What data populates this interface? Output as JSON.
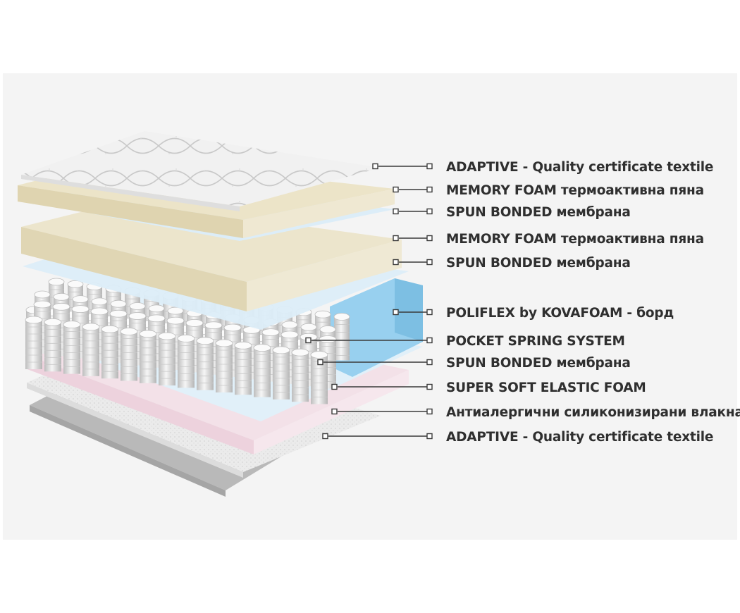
{
  "diagram": {
    "colors": {
      "background": "#f4f4f4",
      "textile": "#eeeeee",
      "memory_foam": "#e9e1c6",
      "membrane": "#dcedf8",
      "poliflex": "#8fcbec",
      "springs": "#d9d9d9",
      "elastic_foam": "#f2dde6",
      "fibers": "#e9e9e9",
      "bottom_textile": "#b9b9b9",
      "label_text": "#2f2f2f"
    },
    "labels": [
      {
        "text": "ADAPTIVE - Quality certificate textile",
        "icon": "textile-layer"
      },
      {
        "text": "MEMORY FOAM термоактивна пяна",
        "icon": "memory-foam-layer"
      },
      {
        "text": "SPUN BONDED мембрана",
        "icon": "membrane-layer"
      },
      {
        "text": "MEMORY FOAM термоактивна пяна",
        "icon": "memory-foam-layer"
      },
      {
        "text": "SPUN BONDED мембрана",
        "icon": "membrane-layer"
      },
      {
        "text": "POLIFLEX by KOVAFOAM - борд",
        "icon": "foam-border"
      },
      {
        "text": "POCKET SPRING SYSTEM",
        "icon": "spring-icon"
      },
      {
        "text": "SPUN BONDED мембрана",
        "icon": "membrane-layer"
      },
      {
        "text": "SUPER SOFT ELASTIC FOAM",
        "icon": "elastic-foam-layer"
      },
      {
        "text": "Антиалергични силиконизирани влакна",
        "icon": "fiber-layer"
      },
      {
        "text": "ADAPTIVE - Quality certificate textile",
        "icon": "textile-layer"
      }
    ]
  }
}
